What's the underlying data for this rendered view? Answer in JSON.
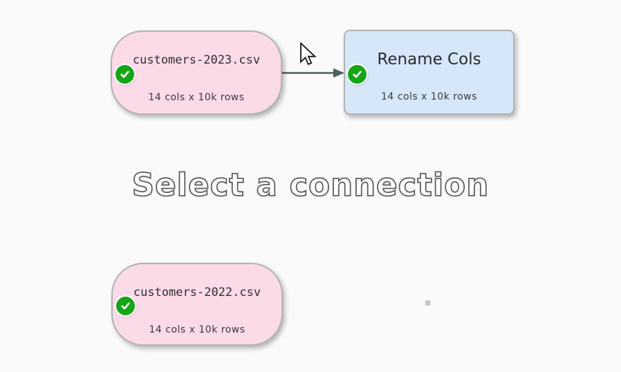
{
  "canvas": {
    "watermark": "Select a connection",
    "background_color": "#fafafa"
  },
  "nodes": [
    {
      "id": "input-customers-2023",
      "type": "input-file",
      "title": "customers-2023.csv",
      "info": "14 cols x 10k rows",
      "status": "ok",
      "status_icon": "check-circle-icon",
      "fill_color": "#fbdbe7",
      "border_color": "#b2b2b2"
    },
    {
      "id": "transform-rename-cols",
      "type": "transform",
      "title": "Rename Cols",
      "info": "14 cols x 10k rows",
      "status": "ok",
      "status_icon": "check-circle-icon",
      "fill_color": "#d5e7f9",
      "border_color": "#b2b2b2"
    },
    {
      "id": "input-customers-2022",
      "type": "input-file",
      "title": "customers-2022.csv",
      "info": "14 cols x 10k rows",
      "status": "ok",
      "status_icon": "check-circle-icon",
      "fill_color": "#fbdbe7",
      "border_color": "#b2b2b2"
    }
  ],
  "connection": {
    "from": "input-customers-2023",
    "to": "transform-rename-cols",
    "color": "#4e5d60"
  },
  "colors": {
    "status_ok_green": "#16a516",
    "watermark_outline": "#5e5e5e",
    "node_shadow": "rgba(0,0,0,0.28)"
  },
  "icons": {
    "status": "check-circle-icon",
    "pointer": "arrow-cursor-icon"
  }
}
